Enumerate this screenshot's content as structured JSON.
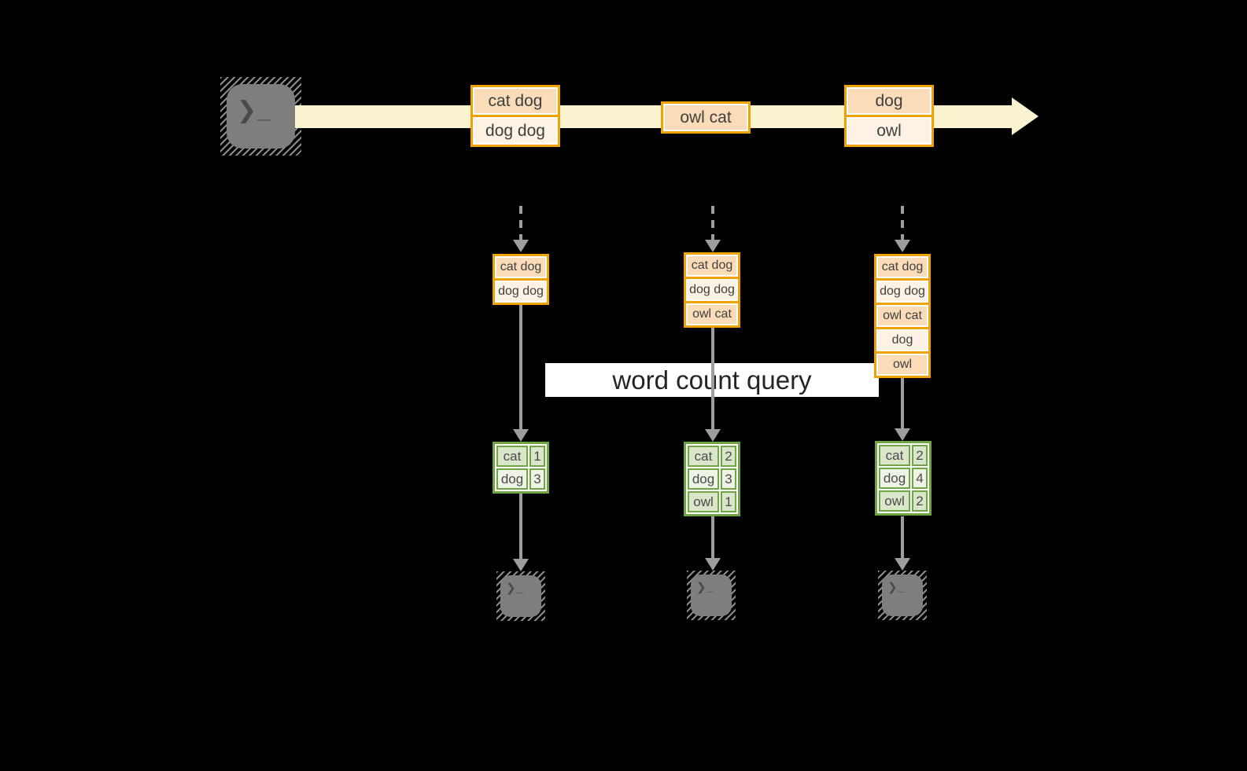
{
  "title": "word count query",
  "colors": {
    "background": "#000000",
    "stream-band": "#fbf2cf",
    "orange": "#f0a202",
    "peach-dark": "#fadcb8",
    "peach-light": "#fdf2e3",
    "green": "#6fa543",
    "green-dark": "#d9e6c9",
    "green-light": "#edf3e5",
    "arrow": "#9d9d9d",
    "icon-gray": "#7e7e7e",
    "text": "#3f3f3f"
  },
  "icons": {
    "terminal_glyph": "❯_"
  },
  "stream": {
    "events": [
      {
        "lines": [
          "cat dog",
          "dog dog"
        ]
      },
      {
        "lines": [
          "owl cat"
        ]
      },
      {
        "lines": [
          "dog",
          "owl"
        ]
      }
    ]
  },
  "query": {
    "label": "word count query"
  },
  "columns": [
    {
      "buffer": [
        "cat dog",
        "dog dog"
      ],
      "counts": [
        [
          "cat",
          "1"
        ],
        [
          "dog",
          "3"
        ]
      ]
    },
    {
      "buffer": [
        "cat dog",
        "dog dog",
        "owl cat"
      ],
      "counts": [
        [
          "cat",
          "2"
        ],
        [
          "dog",
          "3"
        ],
        [
          "owl",
          "1"
        ]
      ]
    },
    {
      "buffer": [
        "cat dog",
        "dog dog",
        "owl cat",
        "dog",
        "owl"
      ],
      "counts": [
        [
          "cat",
          "2"
        ],
        [
          "dog",
          "4"
        ],
        [
          "owl",
          "2"
        ]
      ]
    }
  ]
}
